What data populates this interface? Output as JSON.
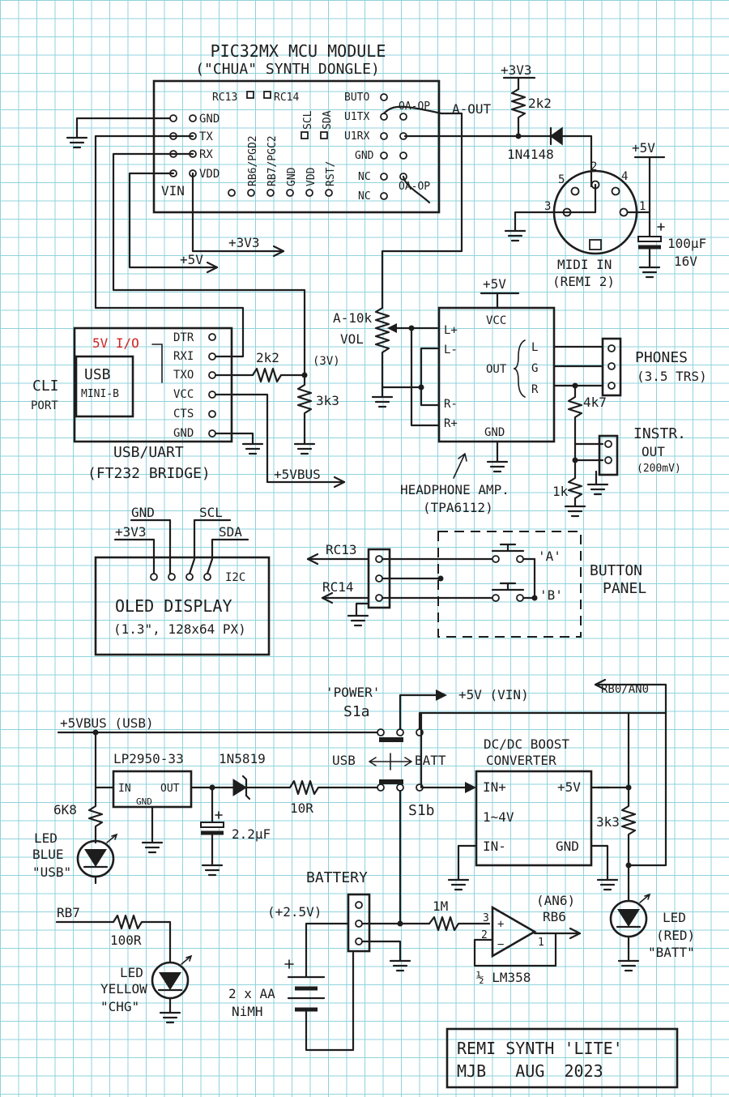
{
  "mcu": {
    "title": "PIC32MX MCU MODULE",
    "subtitle": "(\"CHUA\" SYNTH DONGLE)",
    "pins_left": [
      "GND",
      "TX",
      "RX",
      "VDD"
    ],
    "vin": "VIN",
    "top_pins": [
      "RC13",
      "RC14"
    ],
    "bottom_pins": [
      "RB6/PGD2",
      "RB7/PGC2",
      "GND",
      "VDD",
      "RST/"
    ],
    "scl": "SCL",
    "sda": "SDA",
    "right_pins": [
      "BUTO",
      "U1TX",
      "U1RX",
      "GND",
      "NC",
      "NC"
    ],
    "oa_op_top": "OA-OP",
    "oa_op_bottom": "OA-OP"
  },
  "labels": {
    "a_out": "A-OUT",
    "v3v3_top": "+3V3",
    "r_2k2_top": "2k2",
    "diode_1n4148": "1N4148",
    "v5_midi": "+5V",
    "midi_in": "MIDI IN",
    "midi_sub": "(REMI 2)",
    "midi_pins": [
      "1",
      "2",
      "3",
      "4",
      "5"
    ],
    "cap_100uf": "100µF",
    "cap_16v": "16V",
    "bus_3v3": "+3V3",
    "bus_5v": "+5V",
    "pot_vol": "A-10k",
    "pot_vol2": "VOL",
    "r_2k2_uart": "2k2",
    "r_3k3": "3k3",
    "v3_note": "(3V)",
    "cli_port": "CLI",
    "cli_port2": "PORT",
    "io_5v": "5V I/O",
    "usb_label": "USB",
    "usb_sub": "MINI-B",
    "uart_pins": [
      "DTR",
      "RXI",
      "TXO",
      "VCC",
      "CTS",
      "GND"
    ],
    "uart_title": "USB/UART",
    "uart_sub": "(FT232 BRIDGE)",
    "v5_bus_arrow": "+5VBUS",
    "amp_vcc_rail": "+5V",
    "amp_vcc": "VCC",
    "amp_in": [
      "L+",
      "L-",
      "R-",
      "R+"
    ],
    "amp_out": "OUT",
    "amp_lgr": [
      "L",
      "G",
      "R"
    ],
    "amp_gnd": "GND",
    "amp_title": "HEADPHONE AMP.",
    "amp_sub": "(TPA6112)",
    "phones": "PHONES",
    "phones_sub": "(3.5 TRS)",
    "r_4k7": "4k7",
    "instr_out": "INSTR.",
    "instr_out2": "OUT",
    "instr_lvl": "(200mV)",
    "r_1k": "1k",
    "oled_pins": [
      "GND",
      "+3V3",
      "SCL",
      "SDA"
    ],
    "oled_i2c": "I2C",
    "oled_title": "OLED DISPLAY",
    "oled_sub": "(1.3\", 128x64 PX)",
    "rc13": "RC13",
    "rc14": "RC14",
    "btn_a": "'A'",
    "btn_b": "'B'",
    "btn_panel": "BUTTON",
    "btn_panel2": "PANEL",
    "power": "'POWER'",
    "s1a": "S1a",
    "s1b": "S1b",
    "vin_out": "+5V (VIN)",
    "rb0": "RB0/AN0",
    "v5bus_usb": "+5VBUS (USB)",
    "usb_batt_usb": "USB",
    "usb_batt_batt": "BATT",
    "ldo": "LP2950-33",
    "ldo_in": "IN",
    "ldo_out": "OUT",
    "ldo_gnd": "GND",
    "diode_1n5819": "1N5819",
    "r_10r": "10R",
    "cap_2u2": "2.2µF",
    "r_6k8": "6K8",
    "led_blue": "LED",
    "led_blue2": "BLUE",
    "led_blue3": "\"USB\"",
    "dcdc_title": "DC/DC BOOST",
    "dcdc_title2": "CONVERTER",
    "dcdc_in_plus": "IN+",
    "dcdc_5v": "+5V",
    "dcdc_range": "1~4V",
    "dcdc_in_minus": "IN-",
    "dcdc_gnd": "GND",
    "r_3k3_b": "3k3",
    "battery": "BATTERY",
    "battery_v": "(+2.5V)",
    "r_1m": "1M",
    "an6": "(AN6)",
    "rb6": "RB6",
    "opamp_pins": [
      "3",
      "2",
      "1"
    ],
    "lm358": "½ LM358",
    "led_red": "LED",
    "led_red2": "(RED)",
    "led_red3": "\"BATT\"",
    "rb7": "RB7",
    "r_100r": "100R",
    "led_yellow": "LED",
    "led_yellow2": "YELLOW",
    "led_yellow3": "\"CHG\"",
    "cells": "2 x AA",
    "cells2": "NiMH",
    "title_block_1": "REMI SYNTH 'LITE'",
    "title_block_2": "MJB   AUG  2023"
  }
}
